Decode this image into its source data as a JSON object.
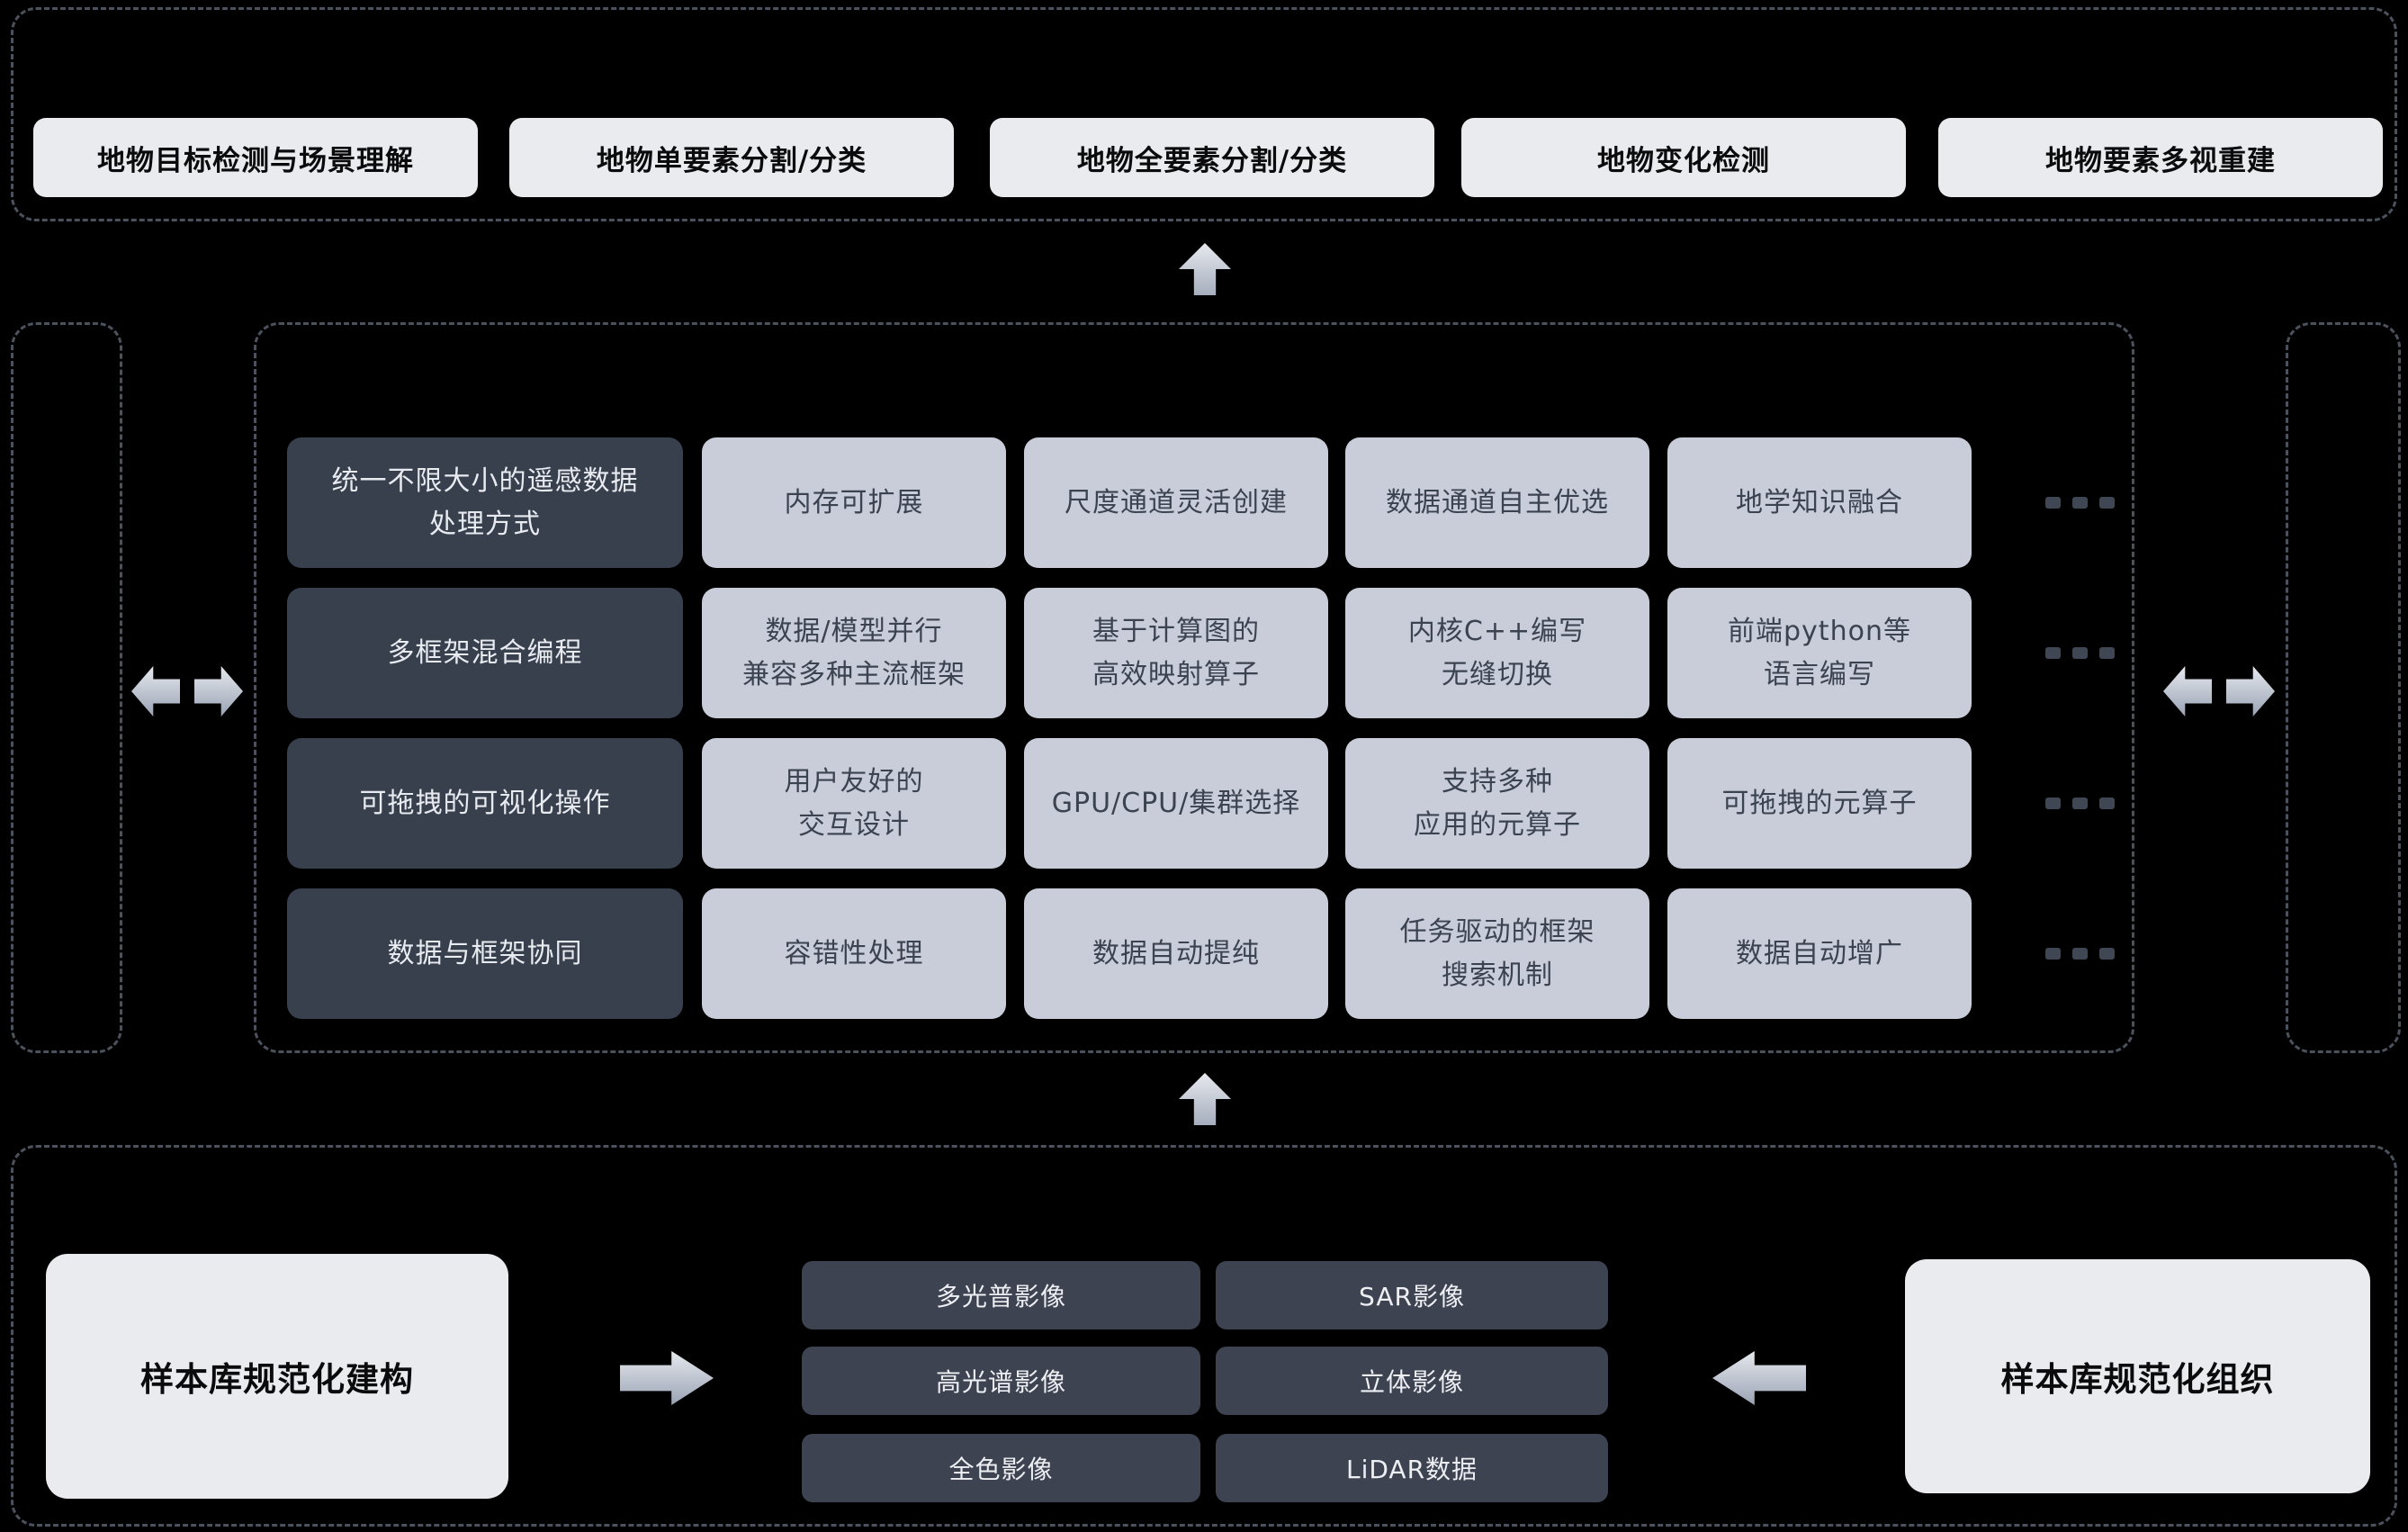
{
  "colors": {
    "background": "#000000",
    "dashed_border": "#4b525d",
    "white_box": "#e9ebee",
    "light_cell": "#c9cdd9",
    "dark_cell": "#383f4d",
    "small_dark_box": "#3d4350",
    "arrow_gradient_start": "#e6e9ee",
    "arrow_gradient_end": "#9aa3b4",
    "dot": "#3f4654"
  },
  "icons": {
    "up_arrow": "block-arrow-up",
    "left_arrow": "block-arrow-left",
    "right_arrow": "block-arrow-right",
    "ellipsis": "three-dots"
  },
  "top": {
    "boxes": [
      "地物目标检测与场景理解",
      "地物单要素分割/分类",
      "地物全要素分割/分类",
      "地物变化检测",
      "地物要素多视重建"
    ]
  },
  "mid": {
    "dark": [
      "统一不限大小的遥感数据\n处理方式",
      "多框架混合编程",
      "可拖拽的可视化操作",
      "数据与框架协同"
    ],
    "rows": [
      [
        "内存可扩展",
        "尺度通道灵活创建",
        "数据通道自主优选",
        "地学知识融合"
      ],
      [
        "数据/模型并行\n兼容多种主流框架",
        "基于计算图的\n高效映射算子",
        "内核C++编写\n无缝切换",
        "前端python等\n语言编写"
      ],
      [
        "用户友好的\n交互设计",
        "GPU/CPU/集群选择",
        "支持多种\n应用的元算子",
        "可拖拽的元算子"
      ],
      [
        "容错性处理",
        "数据自动提纯",
        "任务驱动的框架\n搜索机制",
        "数据自动增广"
      ]
    ]
  },
  "bottom": {
    "left_box": "样本库规范化建构",
    "right_box": "样本库规范化组织",
    "data": [
      [
        "多光普影像",
        "SAR影像"
      ],
      [
        "高光谱影像",
        "立体影像"
      ],
      [
        "全色影像",
        "LiDAR数据"
      ]
    ]
  }
}
